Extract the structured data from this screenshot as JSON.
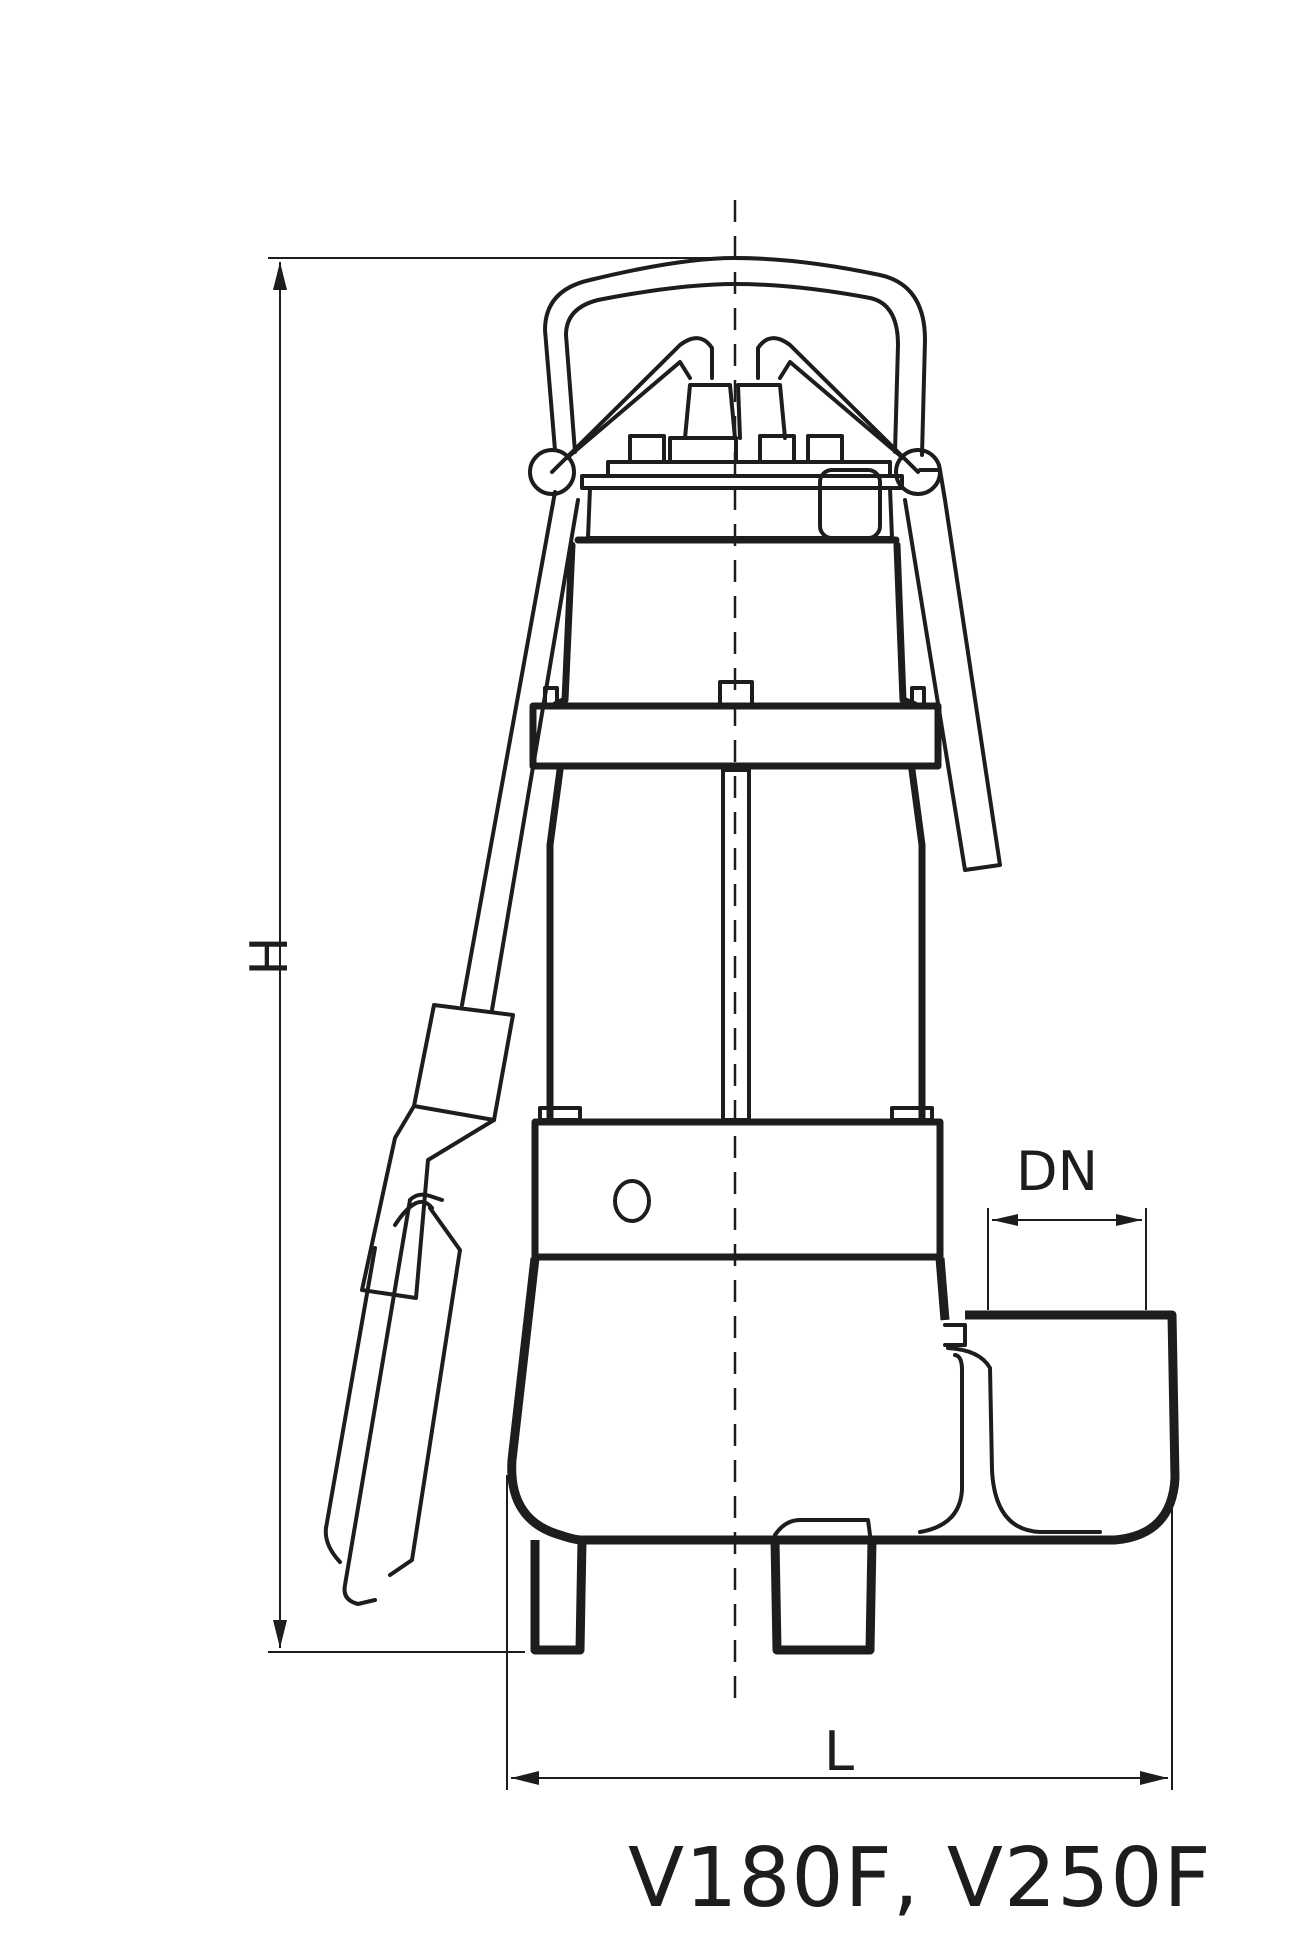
{
  "labels": {
    "height": "H",
    "nominal_diameter": "DN",
    "length": "L",
    "model": "V180F, V250F"
  }
}
